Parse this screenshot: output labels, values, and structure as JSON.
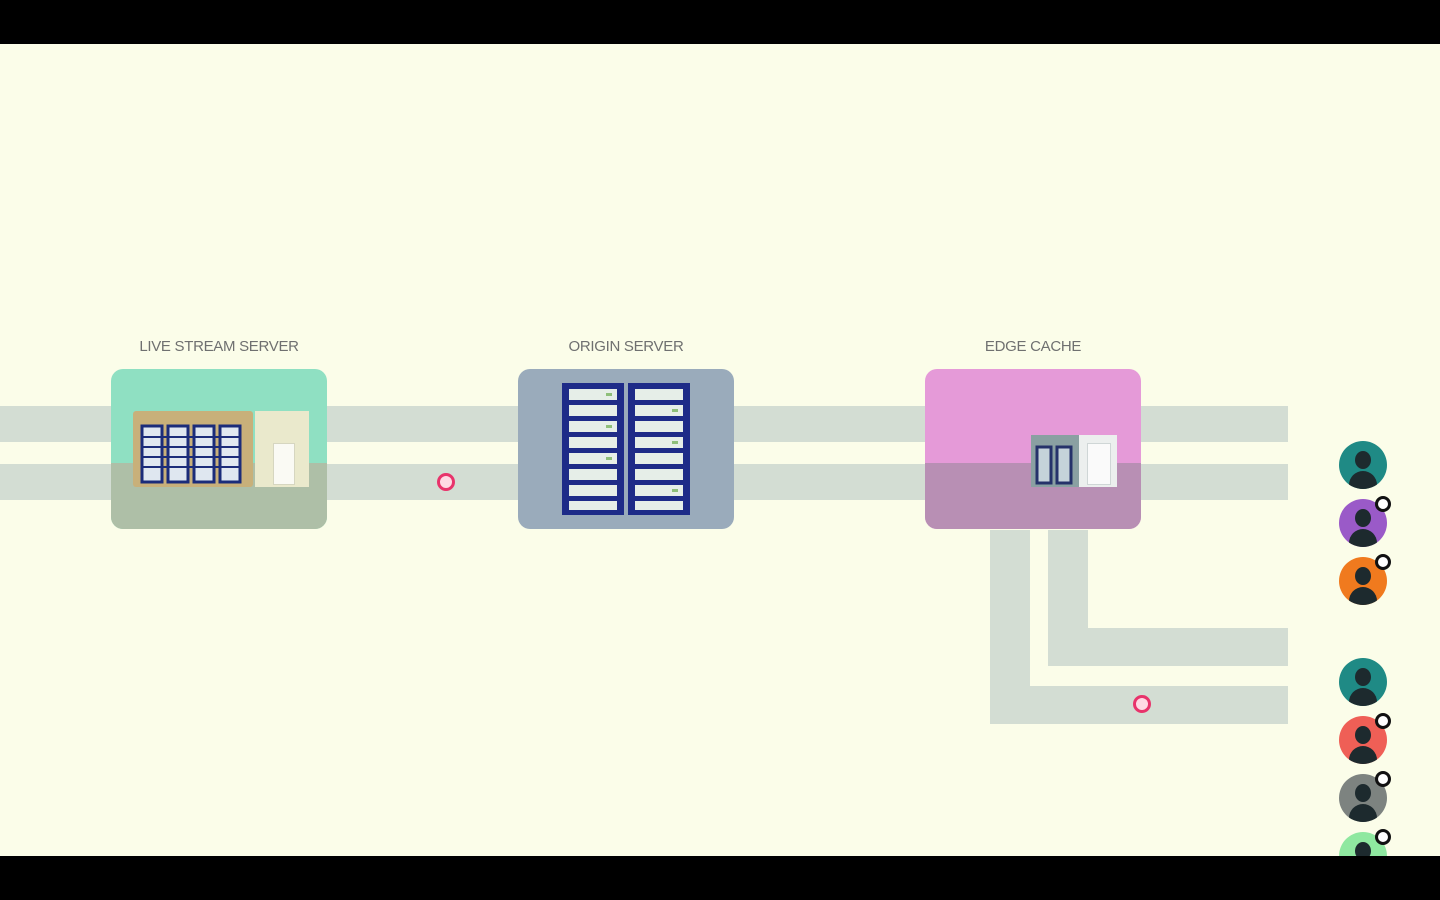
{
  "diagram": {
    "servers": [
      {
        "id": "live-stream",
        "label": "LIVE STREAM SERVER",
        "color": "#8fe0c2"
      },
      {
        "id": "origin",
        "label": "ORIGIN SERVER",
        "color": "#9aabbb"
      },
      {
        "id": "edge-cache",
        "label": "EDGE CACHE",
        "color": "#e59ad8"
      }
    ],
    "viewers": [
      {
        "color": "#1f8a85",
        "badge": false
      },
      {
        "color": "#9a5ac8",
        "badge": true
      },
      {
        "color": "#f07a1e",
        "badge": true
      },
      {
        "color": "#1f8a85",
        "badge": false
      },
      {
        "color": "#ef5f56",
        "badge": true
      },
      {
        "color": "#7d8380",
        "badge": true
      },
      {
        "color": "#8fe8a0",
        "badge": true
      }
    ],
    "colors": {
      "background": "#fbfde9",
      "pipe": "#d3ddd3",
      "packet": "#e8336b"
    }
  }
}
